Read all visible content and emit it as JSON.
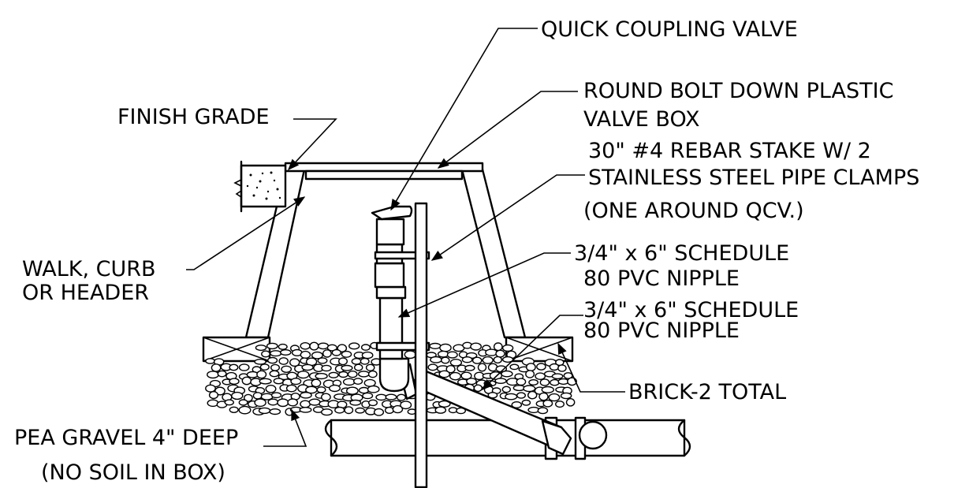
{
  "labels": {
    "quick_coupling_valve": "QUICK COUPLING VALVE",
    "valve_box_1": "ROUND BOLT DOWN PLASTIC",
    "valve_box_2": "VALVE BOX",
    "finish_grade": "FINISH GRADE",
    "rebar_1": "30\" #4 REBAR STAKE W/ 2",
    "rebar_2": "STAINLESS STEEL PIPE CLAMPS",
    "rebar_3": "(ONE AROUND QCV.)",
    "nipple_a_1": "3/4\" x 6\" SCHEDULE",
    "nipple_a_2": "80 PVC NIPPLE",
    "nipple_b_1": "3/4\" x 6\" SCHEDULE",
    "nipple_b_2": "80 PVC NIPPLE",
    "walk_1": "WALK, CURB",
    "walk_2": "OR HEADER",
    "brick": "BRICK-2 TOTAL",
    "gravel_1": "PEA GRAVEL 4\" DEEP",
    "gravel_2": "(NO SOIL IN BOX)"
  }
}
